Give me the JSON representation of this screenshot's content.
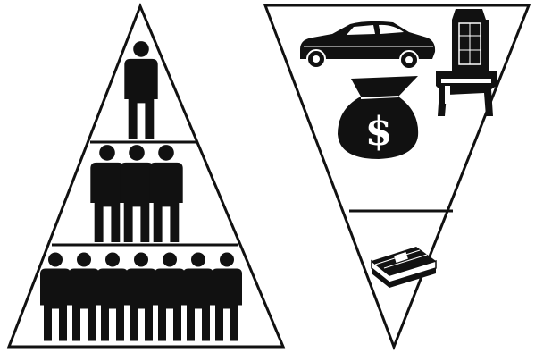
{
  "diagram": {
    "pyramid": {
      "tiers": [
        {
          "people": 1
        },
        {
          "people": 3
        },
        {
          "people": 7
        }
      ]
    },
    "inverted_pyramid": {
      "sections": [
        {
          "items": [
            "car-icon",
            "money-bag-icon",
            "throne-icon"
          ],
          "money_symbol": "$"
        },
        {
          "items": [
            "cash-stack-icon"
          ]
        }
      ]
    },
    "colors": {
      "ink": "#111111",
      "paper": "#ffffff"
    }
  }
}
